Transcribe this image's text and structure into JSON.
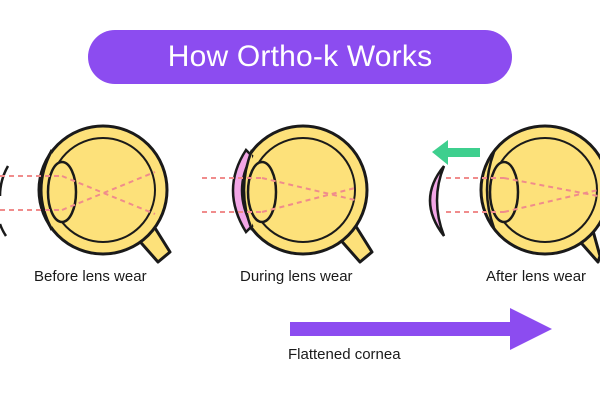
{
  "title": "How Ortho-k Works",
  "stages": [
    {
      "label": "Before lens wear"
    },
    {
      "label": "During lens wear"
    },
    {
      "label": "After lens wear"
    }
  ],
  "bottom_arrow_label": "Flattened cornea",
  "colors": {
    "title_bg": "#8c4cf0",
    "eye_fill": "#fde17a",
    "eye_stroke": "#1a1a1a",
    "ray": "#f08c8c",
    "lens": "#f2a6e6",
    "green_arrow": "#3ecf8e",
    "purple_arrow": "#8c4cf0"
  },
  "icons": [
    "eye-icon",
    "contact-lens-icon",
    "left-arrow-icon",
    "right-arrow-icon"
  ]
}
